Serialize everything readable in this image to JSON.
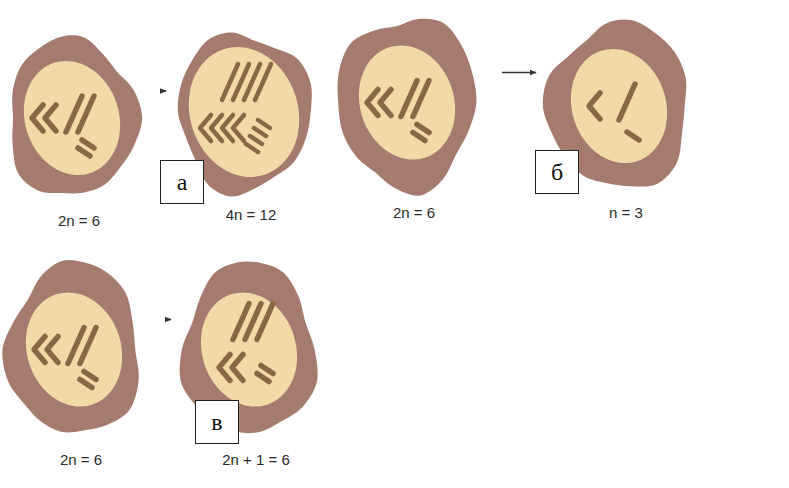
{
  "diagram": {
    "nodes": [
      {
        "text": [
          "2n = 6"
        ]
      },
      {
        "text": [
          "а"
        ]
      },
      {
        "text": [
          "4n = 12"
        ]
      },
      {
        "text": [
          "2n = 6"
        ]
      },
      {
        "text": [
          "б"
        ]
      },
      {
        "text": [
          "n = 3"
        ]
      },
      {
        "text": [
          "2n = 6"
        ]
      },
      {
        "text": [
          "в"
        ]
      },
      {
        "text": [
          "2n + 1 = 6"
        ]
      }
    ],
    "edges": [
      {
        "from": 0,
        "to": 2,
        "arrow": "to"
      },
      {
        "from": 3,
        "to": 5,
        "arrow": "to"
      },
      {
        "from": 6,
        "to": 8,
        "arrow": "to"
      }
    ]
  }
}
